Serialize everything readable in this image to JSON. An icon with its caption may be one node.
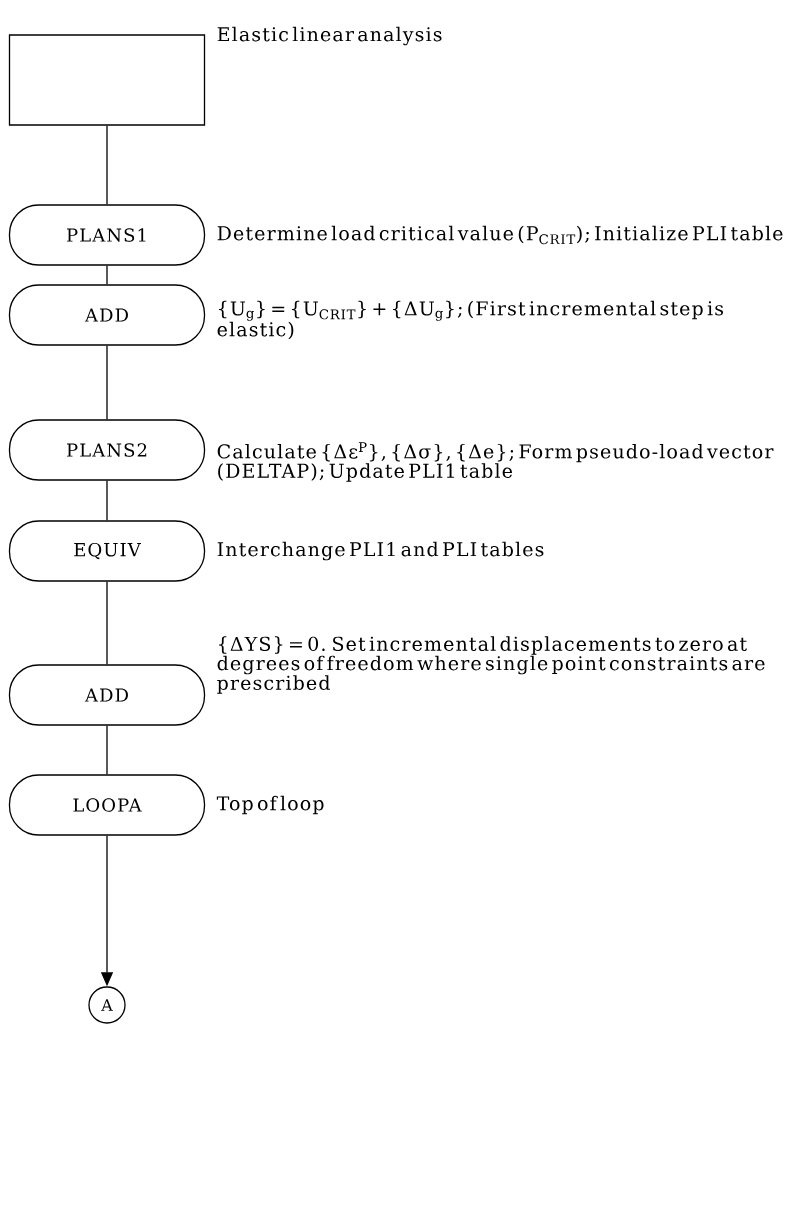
{
  "diagram": {
    "nodes": [
      {
        "text": [],
        "shape": "box",
        "beside": [
          "Elastic linear analysis"
        ]
      },
      {
        "text": [
          "PLANS1"
        ],
        "beside": [
          "Determine load critical value (P$_{CRIT}$); Initialize PLI table"
        ]
      },
      {
        "text": [
          "ADD"
        ],
        "beside": [
          "{U$_{g}$} = {U$_{CRIT}$} + {ΔU$_{g}$}; (First incremental step is elastic)"
        ]
      },
      {
        "text": [
          "PLANS2"
        ],
        "beside": [
          "Calculate {Δε$^{P}$}, {Δσ}, {Δe}; Form pseudo-load vector (DELTAP); Update PLI1 table"
        ]
      },
      {
        "text": [
          "EQUIV"
        ],
        "beside": [
          "Interchange PLI1 and PLI tables"
        ]
      },
      {
        "text": [
          "ADD"
        ],
        "beside": [
          "{ΔYS} = 0. Set incremental displacements to zero at degrees of freedom where single point constraints are prescribed"
        ]
      },
      {
        "text": [
          "LOOPA"
        ],
        "beside": [
          "Top of loop"
        ]
      },
      {
        "text": [
          "A"
        ]
      }
    ],
    "edges": [
      {
        "from": 0,
        "to": 1,
        "arrow": "none"
      },
      {
        "from": 1,
        "to": 2,
        "arrow": "none"
      },
      {
        "from": 2,
        "to": 3,
        "arrow": "none"
      },
      {
        "from": 3,
        "to": 4,
        "arrow": "none"
      },
      {
        "from": 4,
        "to": 5,
        "arrow": "none"
      },
      {
        "from": 5,
        "to": 6,
        "arrow": "none"
      },
      {
        "from": 6,
        "to": 7,
        "arrow": "to"
      }
    ]
  }
}
